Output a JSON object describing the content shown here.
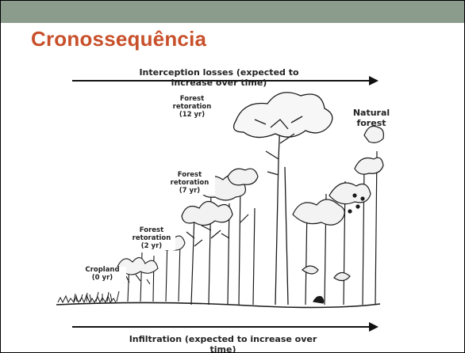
{
  "slide": {
    "title": "Cronossequência",
    "top_arrow_label": [
      "Interception losses (expected to",
      "increase over time)"
    ],
    "bottom_arrow_label": [
      "Infiltration (expected to increase over",
      "time)"
    ],
    "stages": [
      {
        "lines": [
          "Cropland",
          "(0 yr)"
        ]
      },
      {
        "lines": [
          "Forest",
          "retoration",
          "(2 yr)"
        ]
      },
      {
        "lines": [
          "Forest",
          "retoration",
          "(7 yr)"
        ]
      },
      {
        "lines": [
          "Forest",
          "retoration",
          "(12 yr)"
        ]
      },
      {
        "lines": [
          "Natural",
          "forest"
        ]
      }
    ]
  },
  "colors": {
    "title": "#c8502b",
    "header_band": "#8c9c8c",
    "ink": "#1a1a1a"
  },
  "icons": [
    "arrow-right-icon"
  ]
}
